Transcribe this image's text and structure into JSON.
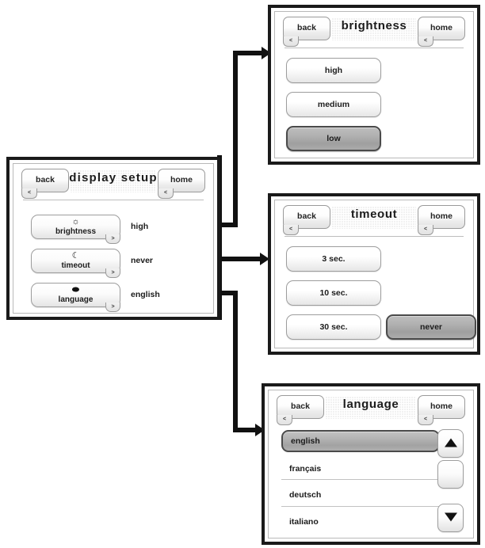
{
  "panels": {
    "display_setup": {
      "title": "display  setup",
      "back_label": "back",
      "home_label": "home",
      "corner_glyph": "<",
      "rows": [
        {
          "name": "brightness",
          "icon": "sun-icon",
          "glyph": "☼",
          "value": "high",
          "arrow": ">"
        },
        {
          "name": "timeout",
          "icon": "moon-star-icon",
          "glyph": "☾",
          "value": "never",
          "arrow": ">"
        },
        {
          "name": "language",
          "icon": "speech-bubble-icon",
          "glyph": "⬬",
          "value": "english",
          "arrow": ">"
        }
      ]
    },
    "brightness": {
      "title": "brightness",
      "back_label": "back",
      "home_label": "home",
      "corner_glyph": "<",
      "options": [
        {
          "label": "high",
          "selected": false
        },
        {
          "label": "medium",
          "selected": false
        },
        {
          "label": "low",
          "selected": true
        }
      ]
    },
    "timeout": {
      "title": "timeout",
      "back_label": "back",
      "home_label": "home",
      "corner_glyph": "<",
      "options": [
        {
          "label": "3 sec.",
          "selected": false
        },
        {
          "label": "10 sec.",
          "selected": false
        },
        {
          "label": "30 sec.",
          "selected": false
        },
        {
          "label": "never",
          "selected": true
        }
      ]
    },
    "language": {
      "title": "language",
      "back_label": "back",
      "home_label": "home",
      "corner_glyph": "<",
      "items": [
        {
          "label": "english",
          "selected": true
        },
        {
          "label": "français",
          "selected": false
        },
        {
          "label": "deutsch",
          "selected": false
        },
        {
          "label": "italiano",
          "selected": false
        }
      ],
      "scroll_up_icon": "triangle-up-icon",
      "scroll_down_icon": "triangle-down-icon"
    }
  },
  "colors": {
    "panel_border": "#1a1a1a",
    "selected_fill": "#a8a8a8",
    "text": "#1b1b1b",
    "connector": "#111111"
  }
}
